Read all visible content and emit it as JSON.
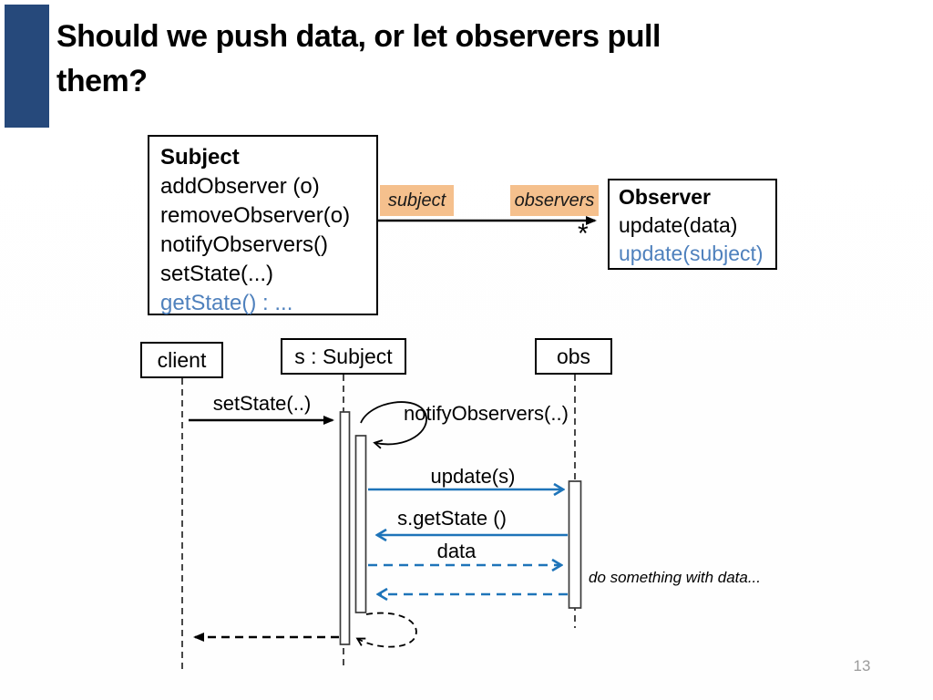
{
  "title": {
    "lines": [
      "Should we push data, or let observers pull",
      "them?"
    ]
  },
  "page_number": "13",
  "colors": {
    "accent_navy": "#26497B",
    "highlight_orange": "#F5C08D",
    "code_blue": "#4F81BD",
    "arrow_blue": "#1E74B9",
    "page_number_gray": "#9B9B9B"
  },
  "class_diagram": {
    "subject": {
      "name": "Subject",
      "methods": [
        "addObserver (o)",
        "removeObserver(o)",
        "notifyObservers()",
        "setState(...)"
      ],
      "pull_method": "getState() : ..."
    },
    "observer": {
      "name": "Observer",
      "push_method": "update(data)",
      "pull_method": "update(subject)"
    },
    "association": {
      "source_role": "subject",
      "target_role": "observers",
      "multiplicity": "*"
    }
  },
  "sequence_diagram": {
    "lifelines": [
      {
        "label": "client"
      },
      {
        "label": "s : Subject"
      },
      {
        "label": "obs"
      }
    ],
    "messages": {
      "set_state": "setState(..)",
      "notify": "notifyObservers(..)",
      "update": "update(s)",
      "get_state": "s.getState ()",
      "data_return": "data",
      "note": "do something with data..."
    }
  }
}
